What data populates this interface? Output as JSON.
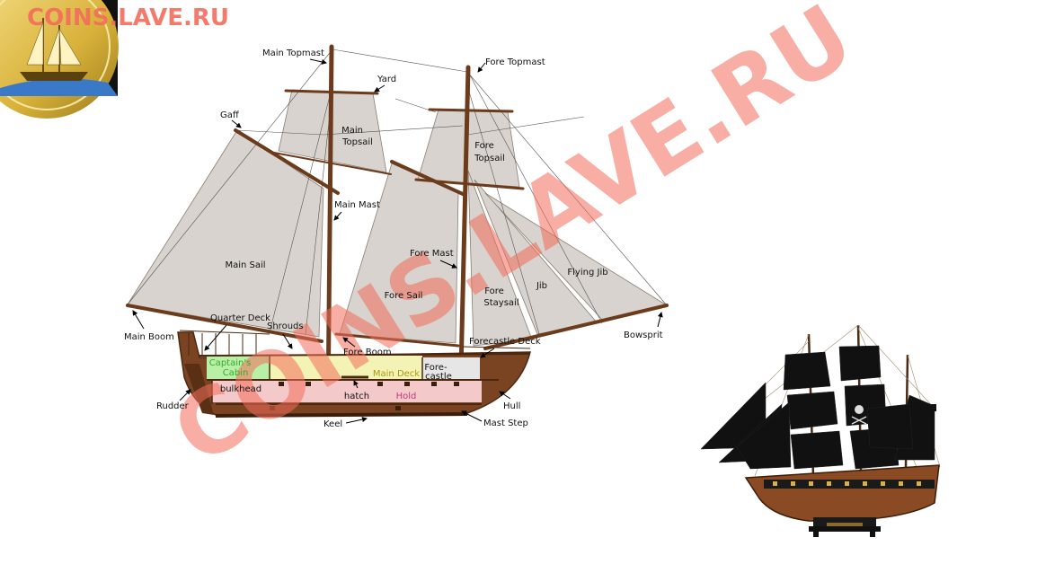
{
  "watermark": {
    "corner_text": "COINS.LAVE.RU",
    "diagonal_text": "COINS.LAVE.RU",
    "color": "#f36d5b"
  },
  "labels": {
    "main_topmast": "Main Topmast",
    "yard": "Yard",
    "fore_topmast": "Fore Topmast",
    "gaff": "Gaff",
    "main_topsail_1": "Main",
    "main_topsail_2": "Topsail",
    "fore_topsail_1": "Fore",
    "fore_topsail_2": "Topsail",
    "main_mast": "Main Mast",
    "main_sail": "Main Sail",
    "fore_mast": "Fore Mast",
    "fore_sail": "Fore Sail",
    "fore_staysail_1": "Fore",
    "fore_staysail_2": "Staysail",
    "jib": "Jib",
    "flying_jib": "Flying Jib",
    "main_boom": "Main Boom",
    "quarter_deck": "Quarter Deck",
    "shrouds": "Shrouds",
    "fore_boom": "Fore Boom",
    "forecastle_deck": "Forecastle Deck",
    "bowsprit": "Bowsprit",
    "captains_cabin_1": "Captain's",
    "captains_cabin_2": "Cabin",
    "main_deck": "Main Deck",
    "forecastle_1": "Fore-",
    "forecastle_2": "castle",
    "bulkhead": "bulkhead",
    "hatch": "hatch",
    "hold": "Hold",
    "rudder": "Rudder",
    "hull": "Hull",
    "keel": "Keel",
    "mast_step": "Mast Step"
  },
  "colors": {
    "sail": "#d8d3ce",
    "wood": "#6b3b1c",
    "cabin": "#b7f0a6",
    "main_deck": "#f3f3b5",
    "hold": "#f3c9c9",
    "forecastle": "#e6e6e6",
    "green_text": "#3aa830",
    "yellow_text": "#a89a15",
    "red_text": "#c0397a"
  }
}
